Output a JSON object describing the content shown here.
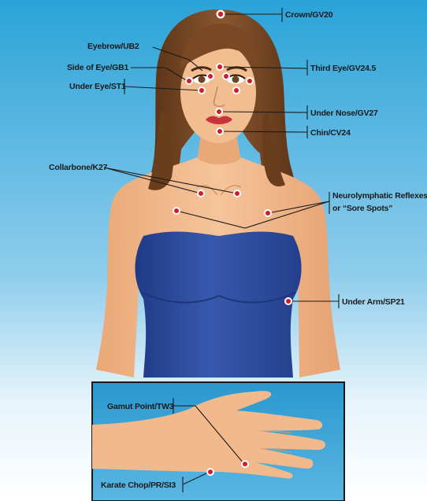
{
  "labels": {
    "crown": "Crown/GV20",
    "eyebrow": "Eyebrow/UB2",
    "side_eye": "Side of Eye/GB1",
    "under_eye": "Under Eye/ST1",
    "third_eye": "Third Eye/GV24.5",
    "under_nose": "Under Nose/GV27",
    "chin": "Chin/CV24",
    "collarbone": "Collarbone/K27",
    "reflex_line1": "Neurolymphatic Reflexes",
    "reflex_line2": "or “Sore Spots”",
    "under_arm": "Under Arm/SP21",
    "gamut": "Gamut Point/TW3",
    "karate": "Karate Chop/PR/SI3"
  },
  "colors": {
    "sky_top": "#2aa3d8",
    "sky_bottom": "#e6f4fb",
    "hair": "#7a4a24",
    "skin": "#f1b889",
    "dress": "#2f4fa0",
    "point": "#d11b2b"
  }
}
